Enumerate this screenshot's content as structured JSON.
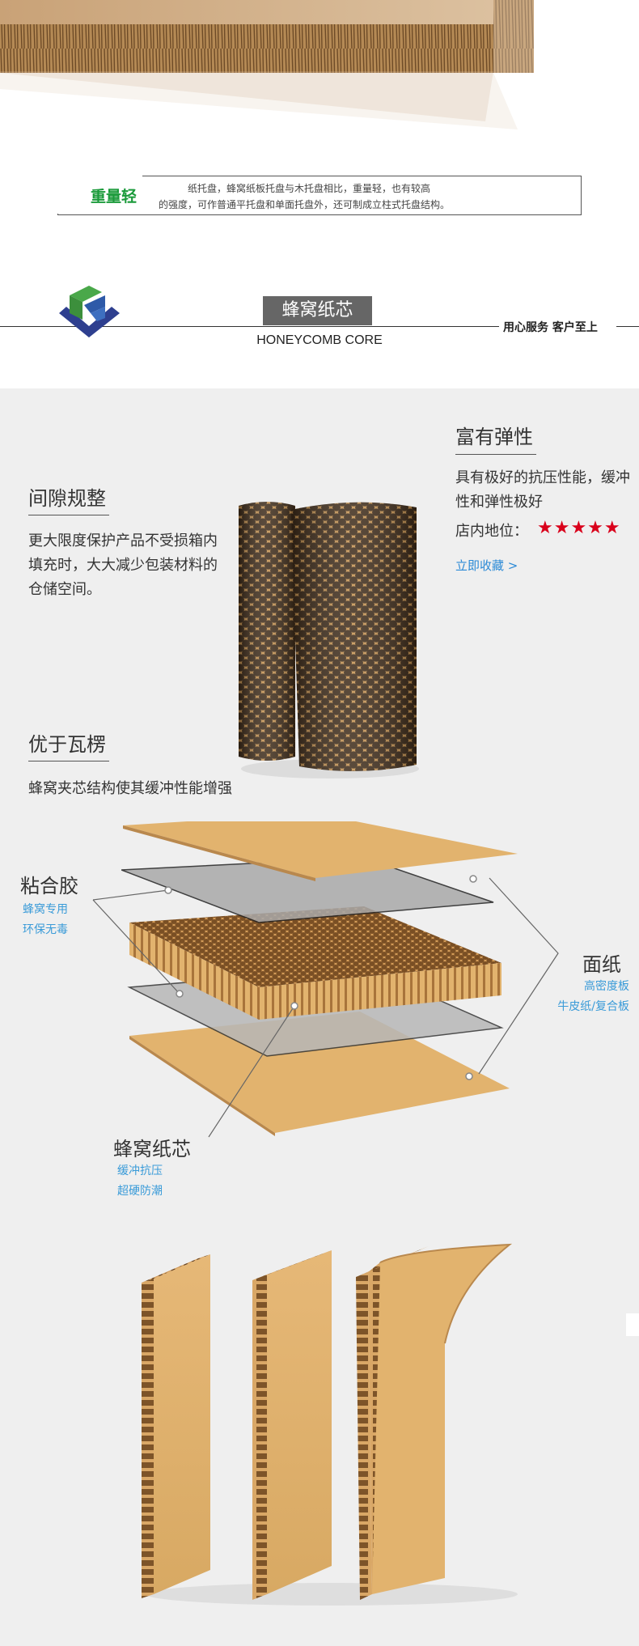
{
  "feature": {
    "label": "重量轻",
    "line1": "纸托盘，蜂窝纸板托盘与木托盘相比，重量轻，也有较高",
    "line2": "的强度，可作普通平托盘和单面托盘外，还可制成立柱式托盘结构。"
  },
  "header": {
    "title_cn": "蜂窝纸芯",
    "title_en": "HONEYCOMB CORE",
    "slogan": "用心服务 客户至上"
  },
  "features": {
    "elastic": {
      "heading": "富有弹性",
      "text": "具有极好的抗压性能，缓冲性和弹性极好",
      "rank_label": "店内地位：",
      "rank_stars": "★★★★★",
      "rank_value": 5,
      "collect_link": "立即收藏 >"
    },
    "gap": {
      "heading": "间隙规整",
      "text": "更大限度保护产品不受损箱内填充时，大大减少包装材料的仓储空间。"
    },
    "better": {
      "heading": "优于瓦楞",
      "text": "蜂窝夹芯结构使其缓冲性能增强"
    }
  },
  "callouts": {
    "glue": {
      "heading": "粘合胶",
      "line1": "蜂窝专用",
      "line2": "环保无毒"
    },
    "face": {
      "heading": "面纸",
      "line1": "高密度板",
      "line2": "牛皮纸/复合板"
    },
    "core": {
      "heading": "蜂窝纸芯",
      "line1": "缓冲抗压",
      "line2": "超硬防潮"
    }
  },
  "colors": {
    "brand_green": "#1a9a3a",
    "link_blue": "#2b8ad6",
    "callout_blue": "#3a9bd8",
    "star_red": "#d9001b",
    "kraft": "#e2b36e",
    "grey_bg": "#efefef"
  },
  "icons": {
    "logo": "company-logo-icon"
  }
}
